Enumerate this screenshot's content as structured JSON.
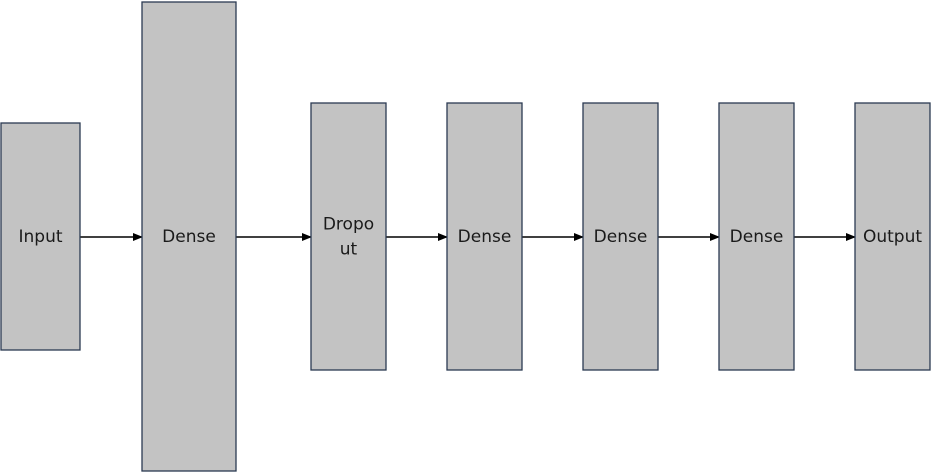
{
  "layers": [
    {
      "id": "input",
      "lines": [
        "Input"
      ]
    },
    {
      "id": "dense-1",
      "lines": [
        "Dense"
      ]
    },
    {
      "id": "dropout",
      "lines": [
        "Dropo",
        "ut"
      ]
    },
    {
      "id": "dense-2",
      "lines": [
        "Dense"
      ]
    },
    {
      "id": "dense-3",
      "lines": [
        "Dense"
      ]
    },
    {
      "id": "dense-4",
      "lines": [
        "Dense"
      ]
    },
    {
      "id": "output",
      "lines": [
        "Output"
      ]
    }
  ],
  "connections": [
    {
      "from": "input",
      "to": "dense-1"
    },
    {
      "from": "dense-1",
      "to": "dropout"
    },
    {
      "from": "dropout",
      "to": "dense-2"
    },
    {
      "from": "dense-2",
      "to": "dense-3"
    },
    {
      "from": "dense-3",
      "to": "dense-4"
    },
    {
      "from": "dense-4",
      "to": "output"
    }
  ],
  "colors": {
    "box_fill": "#c3c3c3",
    "box_stroke": "#2b3a52",
    "arrow": "#000000"
  }
}
